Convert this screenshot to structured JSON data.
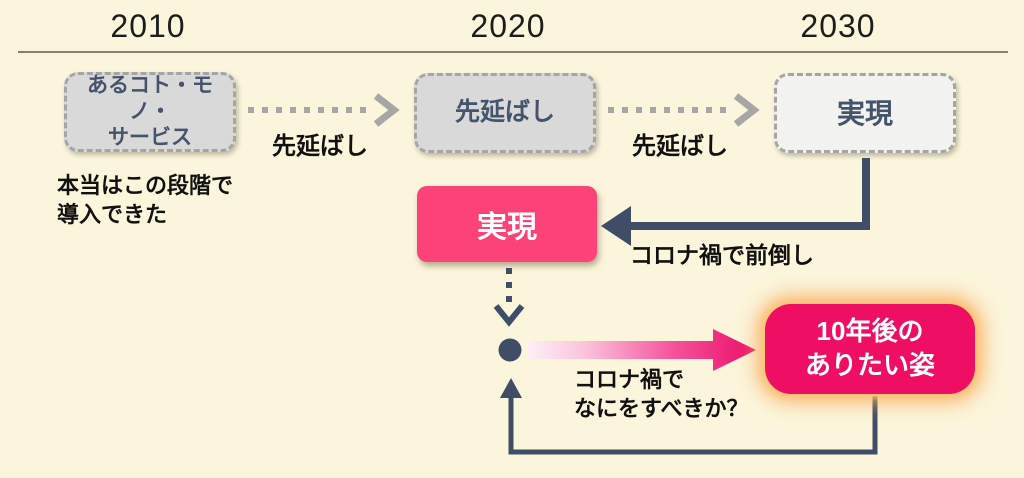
{
  "colors": {
    "background": "#FBF5DB",
    "timeline_rule": "#84816E",
    "gray_box_fill": "#D9D9D9",
    "gray_box_border": "#A5A5A5",
    "light_box_fill": "#F2F2EF",
    "box_text": "#44546A",
    "pink_box": "#FB4378",
    "deep_pink_box": "#EE0E62",
    "slate_arrow": "#3F4E66",
    "glow_orange": "#FAAC5C",
    "dotted_arrow_gray": "#A6A6A6"
  },
  "timeline": {
    "years": [
      {
        "label": "2010"
      },
      {
        "label": "2020"
      },
      {
        "label": "2030"
      }
    ]
  },
  "nodes": {
    "origin_2010": {
      "line1": "あるコト・モノ・",
      "line2": "サービス"
    },
    "postpone_2020": {
      "label": "先延ばし"
    },
    "realize_2030": {
      "label": "実現"
    },
    "realized_now": {
      "label": "実現"
    },
    "future_vision": {
      "line1": "10年後の",
      "line2": "ありたい姿"
    }
  },
  "labels": {
    "postpone_arrow_1": "先延ばし",
    "postpone_arrow_2": "先延ばし",
    "could_have_line1": "本当はこの段階で",
    "could_have_line2": "導入できた",
    "corona_pull_forward": "コロナ禍で前倒し",
    "corona_what_line1": "コロナ禍で",
    "corona_what_line2": "なにをすべきか？"
  }
}
